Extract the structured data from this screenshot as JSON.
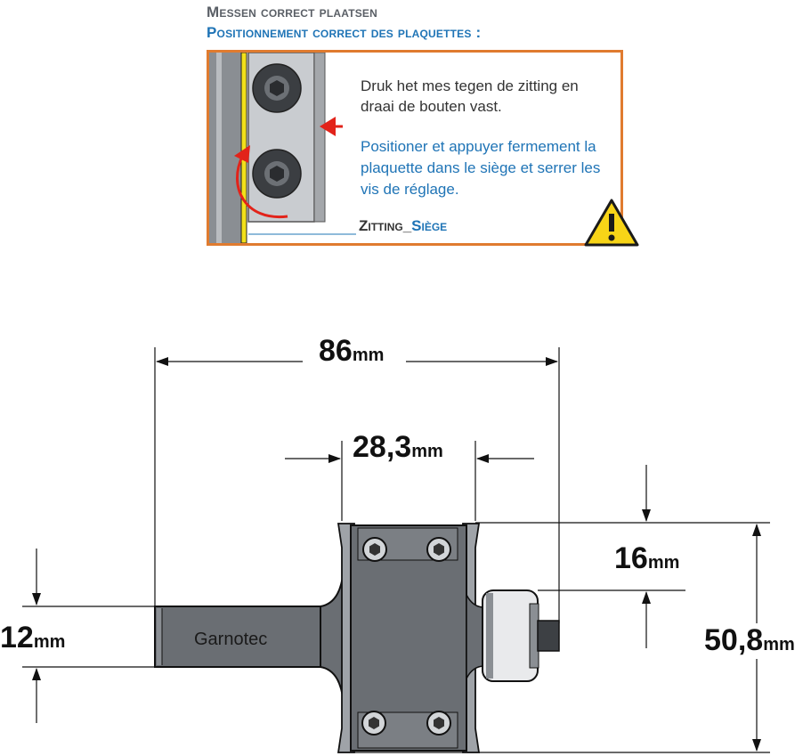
{
  "header": {
    "title_nl": "Messen correct plaatsen",
    "title_fr": "Positionnement correct des plaquettes :"
  },
  "instructions": {
    "text_nl": "Druk het mes tegen de zitting en draai de bouten vast.",
    "text_fr": "Positioner et appuyer fermement la plaquette dans le siège et serrer les vis de réglage.",
    "seat_nl": "Zitting_",
    "seat_fr": "Siège"
  },
  "dimensions": {
    "total_length": {
      "value": "86",
      "unit": "mm"
    },
    "cutting_length": {
      "value": "28,3",
      "unit": "mm"
    },
    "depth": {
      "value": "16",
      "unit": "mm"
    },
    "shank": {
      "value": "12",
      "unit": "mm"
    },
    "diameter": {
      "value": "50,8",
      "unit": "mm"
    }
  },
  "tool": {
    "brand": "Garnotec"
  },
  "colors": {
    "orange_border": "#e07b2f",
    "blue_text": "#1f74b6",
    "arrow_red": "#e2231a",
    "warning_yellow": "#f7d417",
    "tool_gray": "#6f7378"
  },
  "icons": [
    "warning-triangle-icon",
    "red-arrow-icon",
    "hex-bolt-icon"
  ]
}
